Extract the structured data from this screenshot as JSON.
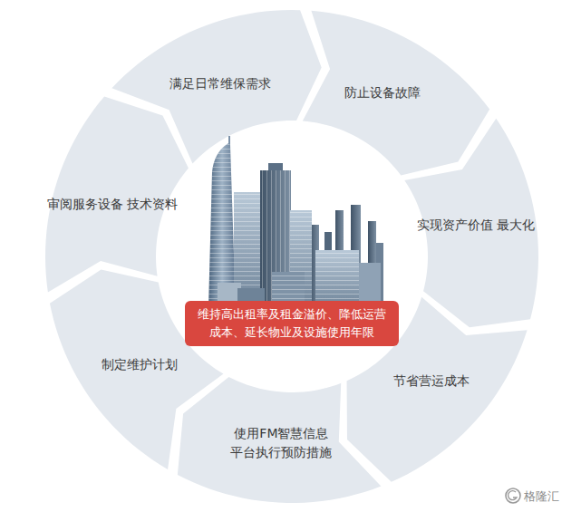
{
  "diagram": {
    "nodes": [
      {
        "text": [
          "满足日常维保需求"
        ]
      },
      {
        "text": [
          "防止设备故障"
        ]
      },
      {
        "text": [
          "实现资产价值 最大化"
        ]
      },
      {
        "text": [
          "节省营运成本"
        ]
      },
      {
        "text": [
          "使用FM智慧信息 平台执行预防措施"
        ]
      },
      {
        "text": [
          "制定维护计划"
        ]
      },
      {
        "text": [
          "审阅服务设备 技术资料"
        ]
      },
      {
        "text": [
          "维持高出租率及租金溢价、降低运营 成本、延长物业及设施使用年限"
        ]
      }
    ],
    "labels": [
      "格隆汇"
    ]
  }
}
